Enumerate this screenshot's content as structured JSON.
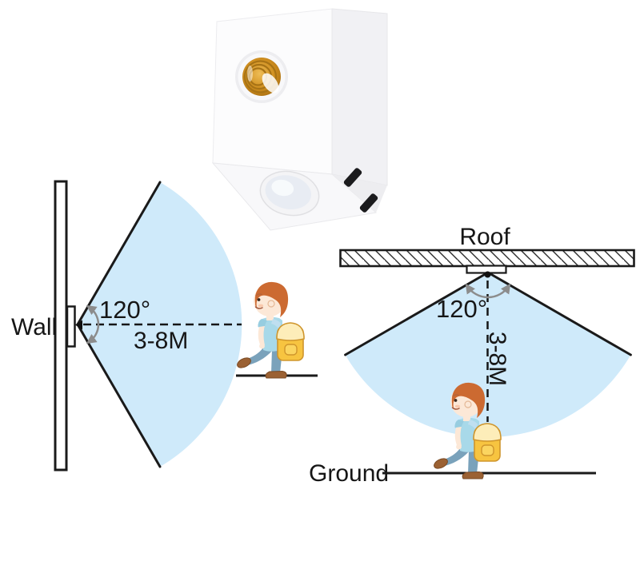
{
  "product": {
    "type": "pir-motion-sensor-lamp-holder",
    "icons": [
      "lamp-socket-icon",
      "pir-sensor-dome-icon",
      "power-pin-slots-icon"
    ],
    "colors": {
      "body_white": "#fbfbfc",
      "side_shade": "#f1f1f4",
      "socket_gold": "#c8861a",
      "slot_black": "#1b1b1d"
    }
  },
  "diagram_wall": {
    "wall_label": "Wall",
    "angle_label": "120°",
    "range_label": "3-8M",
    "cone_angle_deg": 120,
    "cone_color": "#cfeafa",
    "line_color": "#1a1a1a",
    "arc_arrow_color": "#8c8c8c"
  },
  "diagram_roof": {
    "roof_label": "Roof",
    "angle_label": "120°",
    "range_label": "3-8M",
    "ground_label": "Ground",
    "cone_angle_deg": 120,
    "cone_color": "#cfeafa",
    "line_color": "#1a1a1a",
    "arc_arrow_color": "#8c8c8c"
  },
  "figure": {
    "name": "walking-child-with-backpack",
    "colors": {
      "hair": "#cc6a31",
      "skin": "#fce8d7",
      "shirt": "#a8d9e9",
      "jeans": "#7aa2bb",
      "shoes": "#9b6133",
      "backpack": "#f7c440",
      "backpack_lid": "#fdedb9"
    }
  }
}
